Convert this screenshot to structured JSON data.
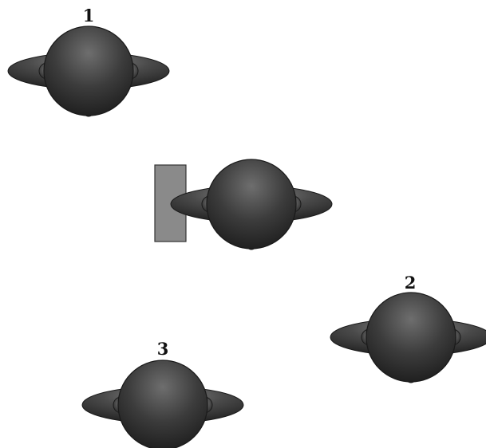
{
  "labels": {
    "person1": "1",
    "person2": "2",
    "person3": "3"
  },
  "colors": {
    "background": "#ffffff",
    "figure_dark": "#2a2a2a",
    "figure_mid": "#6a6a6a",
    "figure_light": "#9a9a9a",
    "object": "#8a8a8a",
    "outline": "#1a1a1a"
  }
}
